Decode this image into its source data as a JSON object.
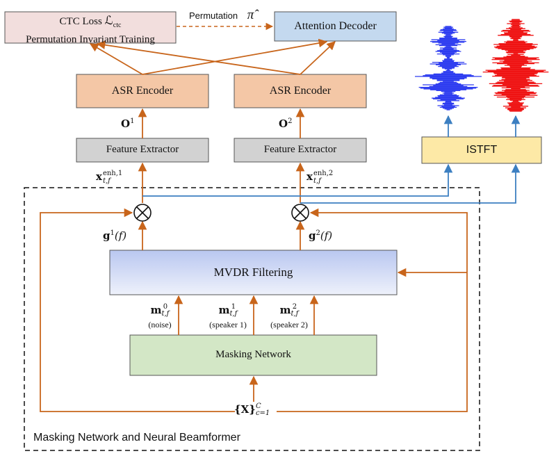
{
  "ctc_box": {
    "line1_prefix": "CTC Loss",
    "line1_symbol": "ℒ",
    "line1_sub": "ctc",
    "line2": "Permutation Invariant Training"
  },
  "attention_decoder": {
    "label": "Attention Decoder"
  },
  "permutation": {
    "label": "Permutation",
    "symbol": "π̂"
  },
  "asr_encoder_1": {
    "label": "ASR Encoder"
  },
  "asr_encoder_2": {
    "label": "ASR Encoder"
  },
  "obs_1": {
    "base": "O",
    "sup": "1"
  },
  "obs_2": {
    "base": "O",
    "sup": "2"
  },
  "feature_extractor_1": {
    "label": "Feature Extractor"
  },
  "feature_extractor_2": {
    "label": "Feature Extractor"
  },
  "enh_1": {
    "base": "x",
    "sup": "enh,1",
    "sub": "t,f"
  },
  "enh_2": {
    "base": "x",
    "sup": "enh,2",
    "sub": "t,f"
  },
  "istft": {
    "label": "ISTFT"
  },
  "g_1": {
    "base": "g",
    "sup": "1",
    "arg": "(f)"
  },
  "g_2": {
    "base": "g",
    "sup": "2",
    "arg": "(f)"
  },
  "mvdr": {
    "label": "MVDR Filtering"
  },
  "mask_0": {
    "base": "m",
    "sup": "0",
    "sub": "t,f",
    "note": "(noise)"
  },
  "mask_1": {
    "base": "m",
    "sup": "1",
    "sub": "t,f",
    "note": "(speaker 1)"
  },
  "mask_2": {
    "base": "m",
    "sup": "2",
    "sub": "t,f",
    "note": "(speaker 2)"
  },
  "masking_network": {
    "label": "Masking Network"
  },
  "input_x": {
    "text": "{X}",
    "sup": "C",
    "sub": "c=1"
  },
  "frontend_group": {
    "label": "Masking Network and Neural Beamformer"
  },
  "colors": {
    "orange_arrow": "#c8651b",
    "blue_arrow": "#3c7fc1",
    "ctc_fill": "#f2dedd",
    "decoder_fill": "#c4d9ef",
    "encoder_fill": "#f4c7a6",
    "feature_fill": "#d2d2d2",
    "istft_fill": "#fde9a6",
    "mvdr_fill": "#c9d3f2",
    "masking_fill": "#d3e7c6",
    "wave_blue": "#2d3cf0",
    "wave_red": "#ef1313"
  }
}
